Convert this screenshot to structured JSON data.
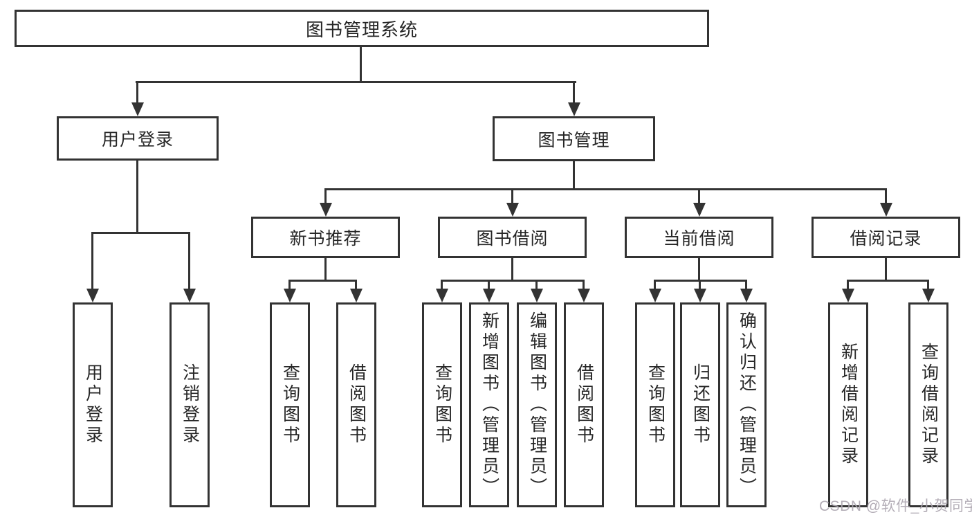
{
  "colors": {
    "line": "#333333",
    "text": "#262626",
    "background": "#ffffff",
    "watermark": "#aca6b0"
  },
  "tree": {
    "label": "图书管理系统",
    "children": [
      {
        "label": "用户登录",
        "children": [
          {
            "label": "用户登录"
          },
          {
            "label": "注销登录"
          }
        ]
      },
      {
        "label": "图书管理",
        "children": [
          {
            "label": "新书推荐",
            "children": [
              {
                "label": "查询图书"
              },
              {
                "label": "借阅图书"
              }
            ]
          },
          {
            "label": "图书借阅",
            "children": [
              {
                "label": "查询图书"
              },
              {
                "label": "新增图书（管理员）"
              },
              {
                "label": "编辑图书（管理员）"
              },
              {
                "label": "借阅图书"
              }
            ]
          },
          {
            "label": "当前借阅",
            "children": [
              {
                "label": "查询图书"
              },
              {
                "label": "归还图书"
              },
              {
                "label": "确认归还（管理员）"
              }
            ]
          },
          {
            "label": "借阅记录",
            "children": [
              {
                "label": "新增借阅记录"
              },
              {
                "label": "查询借阅记录"
              }
            ]
          }
        ]
      }
    ]
  },
  "watermark": "CSDN @软件_小贺同学"
}
